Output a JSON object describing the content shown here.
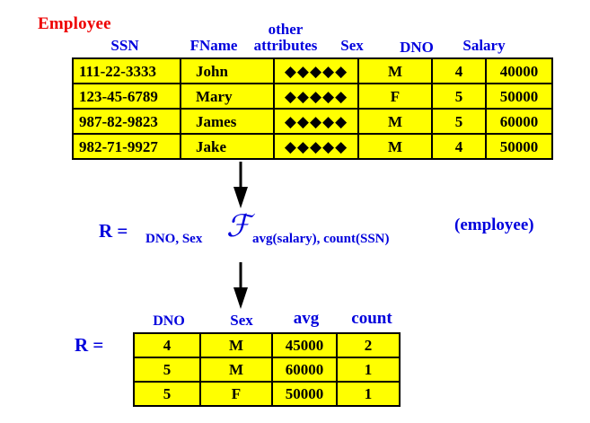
{
  "title": {
    "text": "Employee",
    "color": "#ee0000"
  },
  "colors": {
    "accent_blue": "#0000dd",
    "table_fill": "#ffff00",
    "table_border": "#000000",
    "title_red": "#ee0000"
  },
  "employee_table": {
    "headers": {
      "ssn": "SSN",
      "fname": "FName",
      "other_line1": "other",
      "other_line2": "attributes",
      "sex": "Sex",
      "dno": "DNO",
      "salary": "Salary"
    },
    "rows": [
      {
        "ssn": "111-22-3333",
        "fname": "John",
        "other": "◆◆◆◆◆",
        "sex": "M",
        "dno": "4",
        "salary": "40000"
      },
      {
        "ssn": "123-45-6789",
        "fname": "Mary",
        "other": "◆◆◆◆◆",
        "sex": "F",
        "dno": "5",
        "salary": "50000"
      },
      {
        "ssn": "987-82-9823",
        "fname": "James",
        "other": "◆◆◆◆◆",
        "sex": "M",
        "dno": "5",
        "salary": "60000"
      },
      {
        "ssn": "982-71-9927",
        "fname": "Jake",
        "other": "◆◆◆◆◆",
        "sex": "M",
        "dno": "4",
        "salary": "50000"
      }
    ]
  },
  "expression": {
    "r_label": "R =",
    "grouping_attributes": "DNO, Sex",
    "operator_symbol": "ℱ",
    "aggregate_functions": "avg(salary), count(SSN)",
    "relation": "(employee)"
  },
  "arrows": {
    "top": "down-arrow",
    "bottom": "down-arrow"
  },
  "result_table": {
    "r_label": "R =",
    "headers": {
      "dno": "DNO",
      "sex": "Sex",
      "avg": "avg",
      "count": "count"
    },
    "rows": [
      {
        "dno": "4",
        "sex": "M",
        "avg": "45000",
        "count": "2"
      },
      {
        "dno": "5",
        "sex": "M",
        "avg": "60000",
        "count": "1"
      },
      {
        "dno": "5",
        "sex": "F",
        "avg": "50000",
        "count": "1"
      }
    ]
  }
}
